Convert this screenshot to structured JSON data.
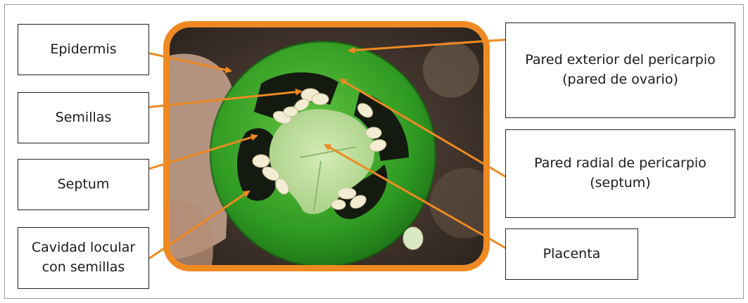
{
  "labels": {
    "epidermis": "Epidermis",
    "semillas": "Semillas",
    "septum": "Septum",
    "cavidad_line1": "Cavidad locular",
    "cavidad_line2": "con semillas",
    "pared_exterior_line1": "Pared exterior del pericarpio",
    "pared_exterior_line2": "(pared de ovario)",
    "pared_radial_line1": "Pared radial de pericarpio",
    "pared_radial_line2": "(septum)",
    "placenta": "Placenta"
  },
  "colors": {
    "frame_orange": "#ef8a22",
    "arrow_orange": "#ef8a22",
    "pepper_green": "#3d9a2a",
    "placenta_green": "#bfdca0"
  }
}
